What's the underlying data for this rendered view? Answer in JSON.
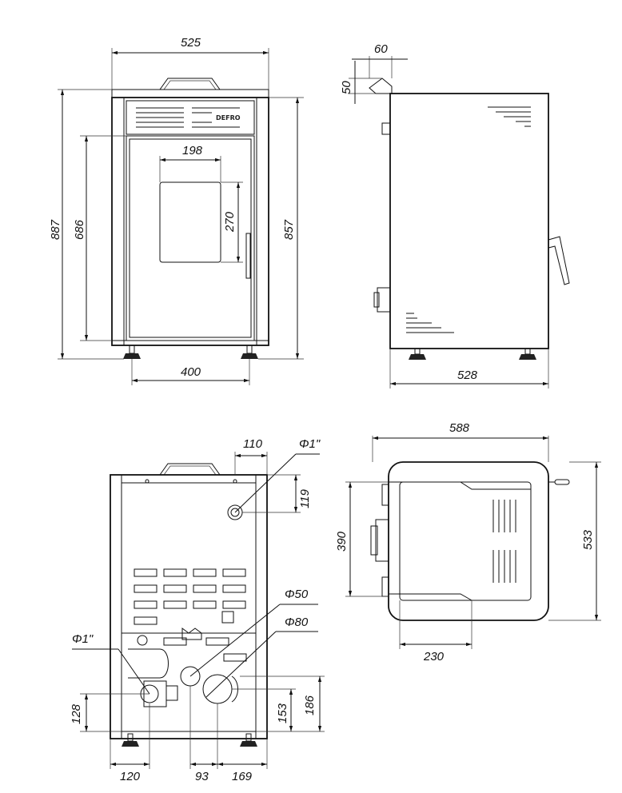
{
  "brand": "DEFRO",
  "views": {
    "front": {
      "width": "525",
      "height_total": "887",
      "height_body": "857",
      "height_door": "686",
      "glass_width": "198",
      "glass_height": "270",
      "feet_spacing": "400"
    },
    "side": {
      "flue_offset": "60",
      "flue_height": "50",
      "depth": "528"
    },
    "back": {
      "connection_offset": "110",
      "connection_top_label": "Φ1\"",
      "connection_drop": "119",
      "connection_left_label": "Φ1\"",
      "inlet_50_label": "Φ50",
      "flue_80_label": "Φ80",
      "height_128": "128",
      "height_153": "153",
      "height_186": "186",
      "offset_120": "120",
      "offset_93": "93",
      "offset_169": "169"
    },
    "top": {
      "total_depth": "588",
      "width_533": "533",
      "width_390": "390",
      "offset_230": "230"
    }
  }
}
